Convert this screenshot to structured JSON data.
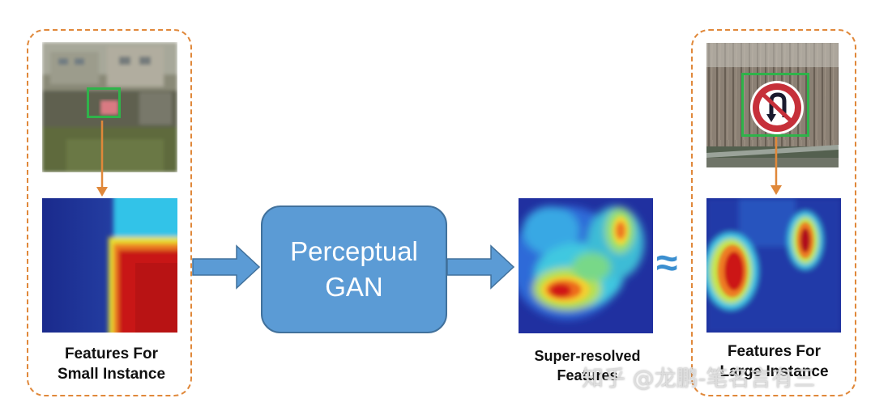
{
  "left_panel": {
    "caption_line1": "Features For",
    "caption_line2": "Small Instance"
  },
  "center": {
    "gan_line1": "Perceptual",
    "gan_line2": "GAN"
  },
  "middle_output": {
    "caption_line1": "Super-resolved",
    "caption_line2": "Features"
  },
  "approx_symbol": "≈",
  "right_panel": {
    "caption_line1": "Features For",
    "caption_line2": "Large Instance"
  },
  "watermark": "知乎 @龙鹏-笔名言有三",
  "colors": {
    "dashed_border": "#e0883a",
    "arrow_orange": "#e0883a",
    "arrow_blue": "#5b9bd5",
    "gan_fill": "#5b9bd5",
    "highlight_box": "#2fb34a"
  }
}
